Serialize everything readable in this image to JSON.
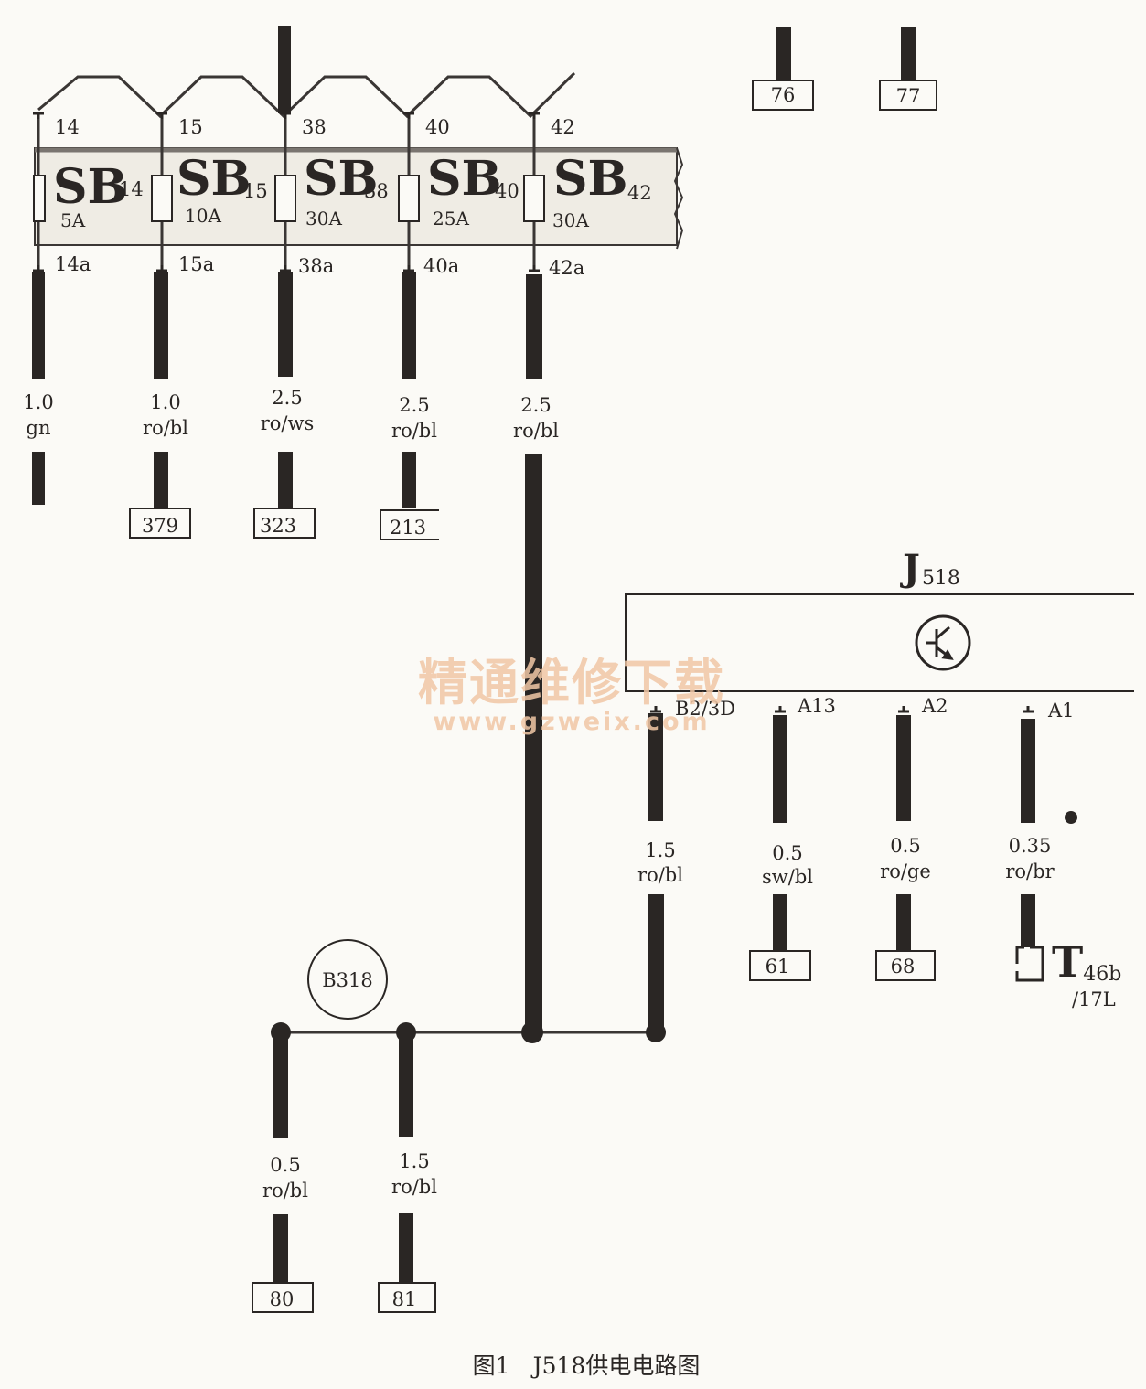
{
  "fuses": [
    {
      "name": "SB",
      "number": "14",
      "rating": "5A",
      "top_pin": "14",
      "bottom_pin": "14a",
      "wire_size": "1.0",
      "wire_color": "gn",
      "dest": ""
    },
    {
      "name": "SB",
      "number": "15",
      "rating": "10A",
      "top_pin": "15",
      "bottom_pin": "15a",
      "wire_size": "1.0",
      "wire_color": "ro/bl",
      "dest": "379"
    },
    {
      "name": "SB",
      "number": "38",
      "rating": "30A",
      "top_pin": "38",
      "bottom_pin": "38a",
      "wire_size": "2.5",
      "wire_color": "ro/ws",
      "dest": "323"
    },
    {
      "name": "SB",
      "number": "40",
      "rating": "25A",
      "top_pin": "40",
      "bottom_pin": "40a",
      "wire_size": "2.5",
      "wire_color": "ro/bl",
      "dest": "213"
    },
    {
      "name": "SB",
      "number": "42",
      "rating": "30A",
      "top_pin": "42",
      "bottom_pin": "42a",
      "wire_size": "2.5",
      "wire_color": "ro/bl",
      "dest": ""
    }
  ],
  "top_refs": [
    "76",
    "77"
  ],
  "module": {
    "name": "J",
    "subscript": "518",
    "pins": [
      {
        "pin": "B2/3D",
        "wire_size": "1.5",
        "wire_color": "ro/bl",
        "dest": ""
      },
      {
        "pin": "A13",
        "wire_size": "0.5",
        "wire_color": "sw/bl",
        "dest": "61"
      },
      {
        "pin": "A2",
        "wire_size": "0.5",
        "wire_color": "ro/ge",
        "dest": "68"
      },
      {
        "pin": "A1",
        "wire_size": "0.35",
        "wire_color": "ro/br",
        "dest": ""
      }
    ]
  },
  "connector": {
    "letter": "T",
    "subscript": "46b",
    "suffix": "/17L"
  },
  "splice": {
    "label": "B318",
    "branches": [
      {
        "wire_size": "0.5",
        "wire_color": "ro/bl",
        "dest": "80"
      },
      {
        "wire_size": "1.5",
        "wire_color": "ro/bl",
        "dest": "81"
      }
    ]
  },
  "watermark": {
    "line1": "精通维修下载",
    "line2": "www.gzweix.com"
  },
  "caption": "图1　J518供电电路图",
  "colors": {
    "ink": "#2a2624",
    "panel": "#efece4",
    "watermark": "#f1c7a6"
  }
}
